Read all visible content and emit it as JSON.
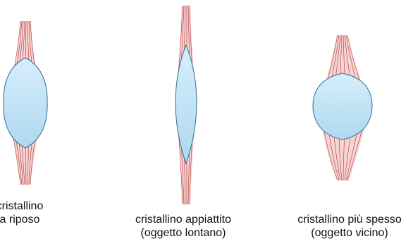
{
  "diagram": {
    "lenses": [
      {
        "id": "rest",
        "caption_line1": "cristallino",
        "caption_line2": "a riposo"
      },
      {
        "id": "flat",
        "caption_line1": "cristallino appiattito",
        "caption_line2": "(oggetto lontano)"
      },
      {
        "id": "thick",
        "caption_line1": "cristallino più spesso",
        "caption_line2": "(oggetto vicino)"
      }
    ],
    "colors": {
      "lens_fill": "#c3e3f5",
      "lens_stroke": "#2f6f96",
      "fiber_fill": "#f1c6c2",
      "fiber_line": "#b7343a"
    }
  }
}
